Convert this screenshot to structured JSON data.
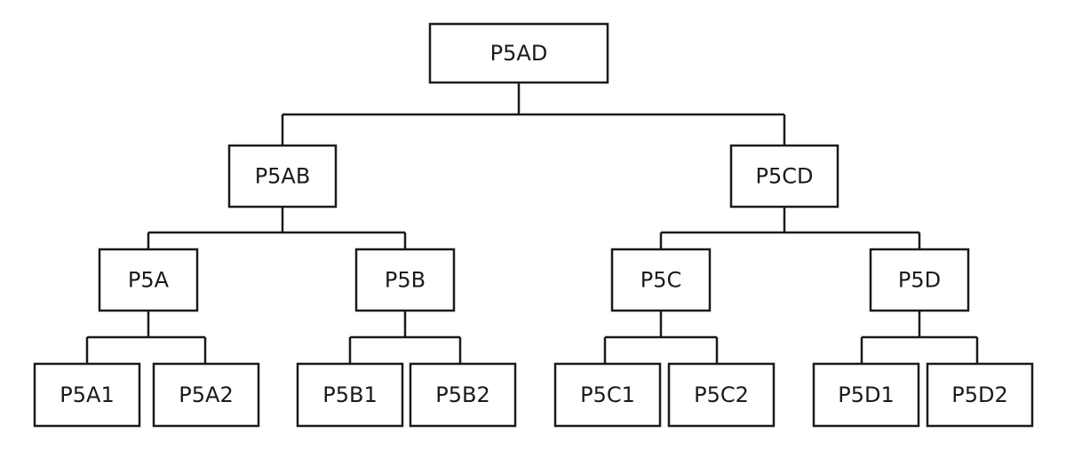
{
  "tree": {
    "root": {
      "label": "P5AD",
      "children": [
        {
          "label": "P5AB",
          "children": [
            {
              "label": "P5A",
              "children": [
                {
                  "label": "P5A1"
                },
                {
                  "label": "P5A2"
                }
              ]
            },
            {
              "label": "P5B",
              "children": [
                {
                  "label": "P5B1"
                },
                {
                  "label": "P5B2"
                }
              ]
            }
          ]
        },
        {
          "label": "P5CD",
          "children": [
            {
              "label": "P5C",
              "children": [
                {
                  "label": "P5C1"
                },
                {
                  "label": "P5C2"
                }
              ]
            },
            {
              "label": "P5D",
              "children": [
                {
                  "label": "P5D1"
                },
                {
                  "label": "P5D2"
                }
              ]
            }
          ]
        }
      ]
    }
  },
  "colors": {
    "line": "#1a1a1a",
    "box_fill": "#ffffff",
    "text": "#1a1a1a"
  }
}
